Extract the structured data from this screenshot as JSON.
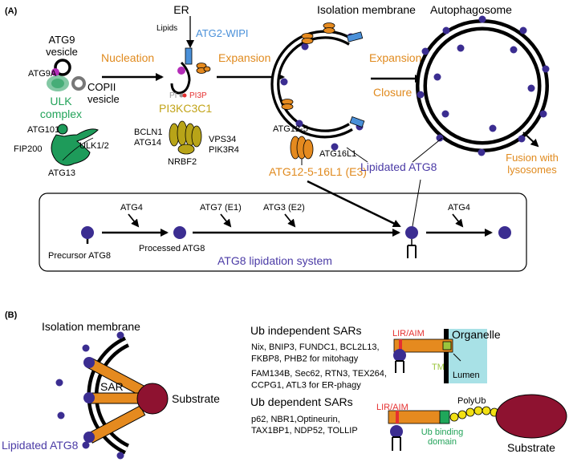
{
  "colors": {
    "orange": "#E58A1F",
    "orange_text": "#E08A1E",
    "blue_text": "#4A90D9",
    "green": "#1E9B5A",
    "green_text": "#23A35A",
    "purple": "#3B2D91",
    "purple_text": "#4B3BA6",
    "olive": "#B8A418",
    "olive_text": "#C2A419",
    "red": "#E53030",
    "magenta": "#B42DB8",
    "maroon": "#8E1230",
    "yellow": "#F2E014",
    "lime": "#9BC53D",
    "cyan": "#A8E1E6",
    "sar_green": "#1FA65A"
  },
  "panel_a": {
    "label": "(A)",
    "atg9_vesicle": "ATG9\nvesicle",
    "atg9a": "ATG9A",
    "copii_vesicle": "COPII\nvesicle",
    "ulk_complex": "ULK\ncomplex",
    "atg101": "ATG101",
    "fip200": "FIP200",
    "ulk12": "ULK1/2",
    "atg13": "ATG13",
    "nucleation": "Nucleation",
    "er": "ER",
    "lipids": "Lipids",
    "atg2_wipi": "ATG2-WIPI",
    "pi": "PI",
    "pi3p": "PI3P",
    "pi3kc3c1": "PI3KC3C1",
    "bcln1": "BCLN1",
    "atg14": "ATG14",
    "vps34": "VPS34",
    "pik3r4": "PIK3R4",
    "nrbf2": "NRBF2",
    "expansion": "Expansion",
    "isolation_membrane": "Isolation membrane",
    "atg12_5": "ATG12-5",
    "atg16l1": "ATG16L1",
    "atg12_5_16l1": "ATG12-5-16L1 (E3)",
    "expansion2": "Expansion",
    "closure": "Closure",
    "autophagosome": "Autophagosome",
    "lipidated_atg8": "Lipidated ATG8",
    "fusion": "Fusion with\nlysosomes",
    "atg4_a": "ATG4",
    "atg7": "ATG7 (E1)",
    "atg3": "ATG3 (E2)",
    "atg4_b": "ATG4",
    "precursor_atg8": "Precursor ATG8",
    "processed_atg8": "Processed ATG8",
    "lipidation_system": "ATG8 lipidation system"
  },
  "panel_b": {
    "label": "(B)",
    "isolation_membrane": "Isolation membrane",
    "sar": "SAR",
    "substrate": "Substrate",
    "lipidated_atg8": "Lipidated ATG8",
    "ub_independent_title": "Ub independent SARs",
    "ub_independent_text": "Nix, BNIP3, FUNDC1, BCL2L13,\nFKBP8, PHB2 for mitohagy\nFAM134B, Sec62, RTN3, TEX264,\nCCPG1, ATL3 for ER-phagy",
    "lir_aim_1": "LIR/AIM",
    "organelle": "Organelle",
    "tm": "TM",
    "lumen": "Lumen",
    "ub_dependent_title": "Ub dependent SARs",
    "ub_dependent_text": "p62, NBR1,Optineurin,\nTAX1BP1, NDP52, TOLLIP",
    "lir_aim_2": "LIR/AIM",
    "polyub": "PolyUb",
    "ub_binding": "Ub binding\ndomain",
    "substrate2": "Substrate"
  }
}
